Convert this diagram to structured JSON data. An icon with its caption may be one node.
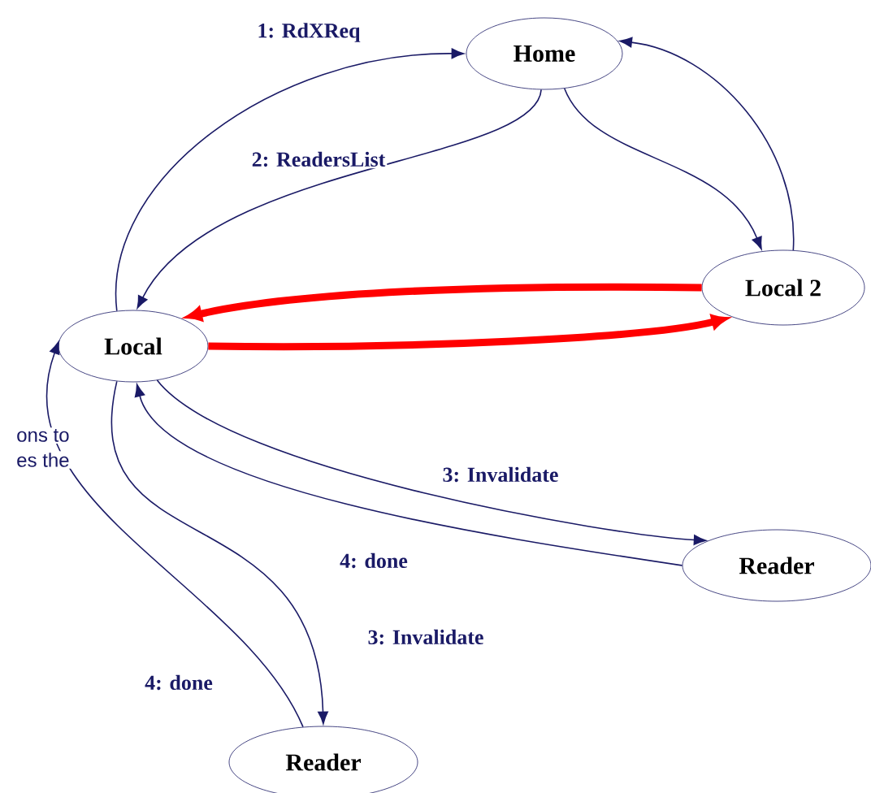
{
  "diagram": {
    "nodes": [
      {
        "text": [
          "Home"
        ]
      },
      {
        "text": [
          "Local 2"
        ]
      },
      {
        "text": [
          "Local"
        ]
      },
      {
        "text": [
          "Reader"
        ]
      },
      {
        "text": [
          "Reader"
        ]
      }
    ],
    "edges": [
      {
        "from": 2,
        "to": 0,
        "arrow": "to",
        "label": "1: RdXReq"
      },
      {
        "from": 0,
        "to": 2,
        "arrow": "to",
        "label": "2: ReadersList"
      },
      {
        "from": 0,
        "to": 1,
        "arrow": "to"
      },
      {
        "from": 1,
        "to": 0,
        "arrow": "to"
      },
      {
        "from": 1,
        "to": 2,
        "arrow": "to",
        "style": "thick",
        "color": "#ff0000"
      },
      {
        "from": 2,
        "to": 1,
        "arrow": "to",
        "style": "thick",
        "color": "#ff0000"
      },
      {
        "from": 2,
        "to": 3,
        "arrow": "to",
        "label": "3: Invalidate"
      },
      {
        "from": 3,
        "to": 2,
        "arrow": "to",
        "label": "4: done"
      },
      {
        "from": 2,
        "to": 4,
        "arrow": "to",
        "label": "3: Invalidate"
      },
      {
        "from": 4,
        "to": 2,
        "arrow": "to",
        "label": "4: done"
      }
    ],
    "labels": [
      "ons to",
      "es the"
    ]
  }
}
